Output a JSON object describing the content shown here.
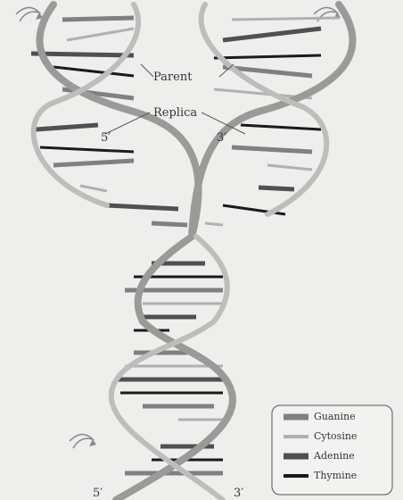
{
  "labels": {
    "parent": "Parent",
    "replica": "Replica",
    "five_prime_top": "5′",
    "three_prime_top": "3′",
    "five_prime_bottom": "5′",
    "three_prime_bottom": "3′"
  },
  "legend": [
    {
      "key": "guanine",
      "label": "Guanine",
      "color": "#808080"
    },
    {
      "key": "cytosine",
      "label": "Cytosine",
      "color": "#b0b0b0"
    },
    {
      "key": "adenine",
      "label": "Adenine",
      "color": "#505050"
    },
    {
      "key": "thymine",
      "label": "Thymine",
      "color": "#1a1a1a"
    }
  ],
  "icons": [
    "rotation-arrow-icon",
    "rotation-arrow-icon",
    "rotation-arrow-icon"
  ]
}
